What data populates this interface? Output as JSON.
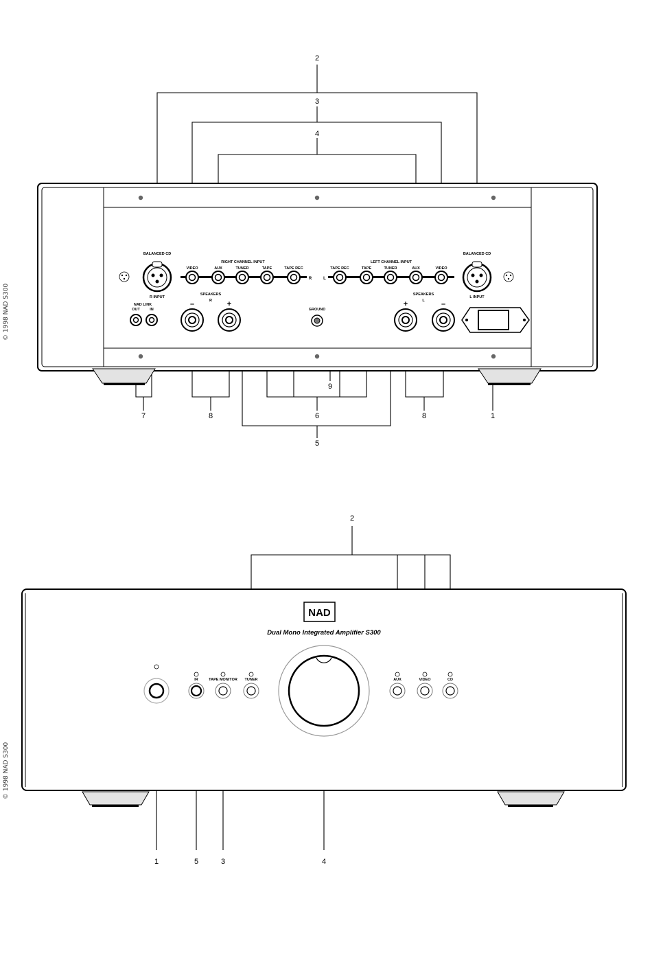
{
  "copyright_top": "© 1998 NAD S300",
  "copyright_bottom": "© 1998 NAD S300",
  "rear": {
    "callouts": [
      "2",
      "3",
      "4",
      "7",
      "8",
      "6",
      "8",
      "1",
      "9",
      "5"
    ],
    "labels": {
      "balanced_cd_r": "BALANCED CD",
      "balanced_cd_l": "BALANCED CD",
      "r_input": "R  INPUT",
      "l_input": "L  INPUT",
      "right_channel_input": "RIGHT CHANNEL INPUT",
      "left_channel_input": "LEFT CHANNEL INPUT",
      "video": "VIDEO",
      "aux": "AUX",
      "tuner": "TUNER",
      "tape": "TAPE",
      "tape_rec": "TAPE REC",
      "r": "R",
      "l": "L",
      "speakers": "SPEAKERS",
      "nad_link": "NAD LINK",
      "out": "OUT",
      "in": "IN",
      "ground": "GROUND",
      "minus": "–",
      "plus": "+"
    }
  },
  "front": {
    "brand": "NAD",
    "model": "Dual Mono Integrated Amplifier S300",
    "buttons": {
      "ir": "IR",
      "tape_monitor": "TAPE MONITOR",
      "tuner": "TUNER",
      "aux": "AUX",
      "video": "VIDEO",
      "cd": "CD"
    },
    "callouts": [
      "2",
      "1",
      "5",
      "3",
      "4"
    ]
  }
}
